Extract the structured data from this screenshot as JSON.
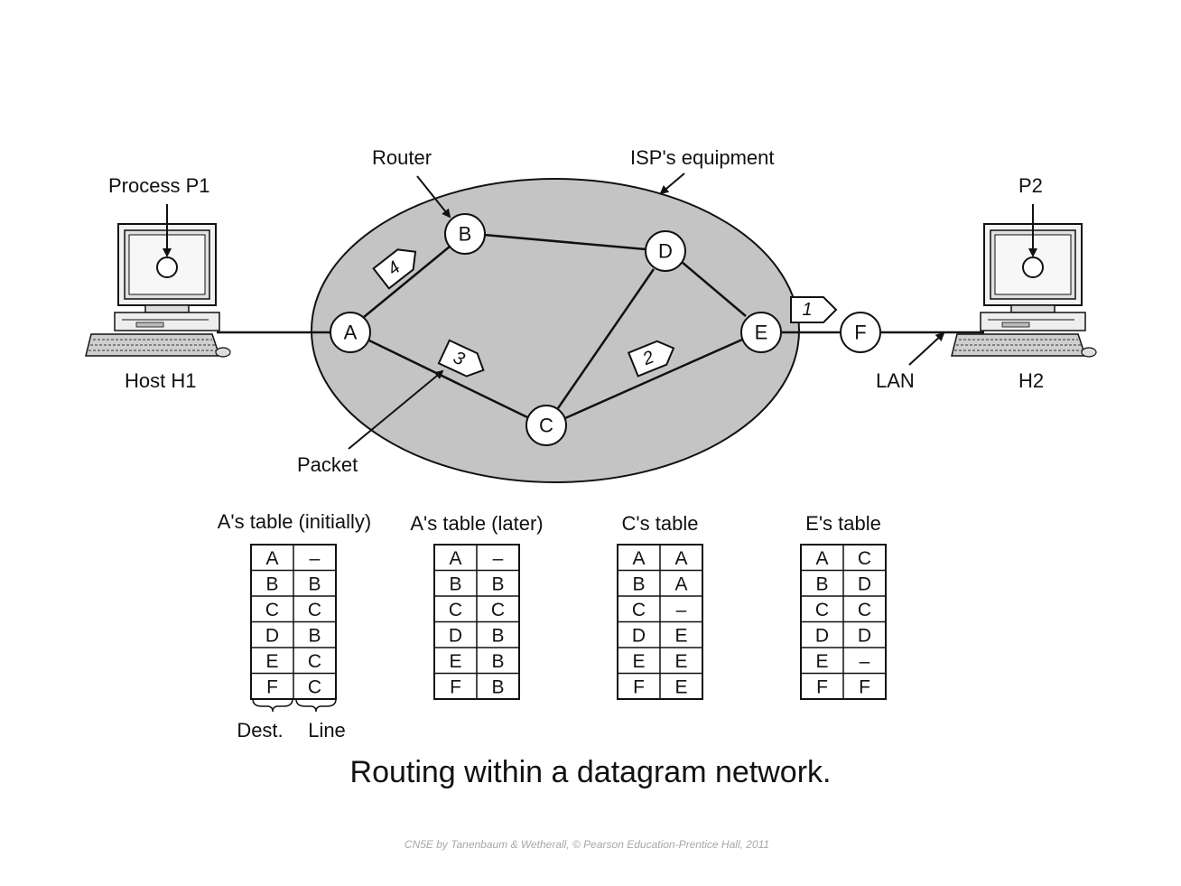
{
  "labels": {
    "router": "Router",
    "isp": "ISP's equipment",
    "process_p1": "Process P1",
    "p2": "P2",
    "host_h1": "Host H1",
    "h2": "H2",
    "lan": "LAN",
    "packet": "Packet"
  },
  "nodes": {
    "A": "A",
    "B": "B",
    "C": "C",
    "D": "D",
    "E": "E",
    "F": "F"
  },
  "packets": [
    "1",
    "2",
    "3",
    "4"
  ],
  "tables": [
    {
      "title": "A's table (initially)",
      "rows": [
        [
          "A",
          "–"
        ],
        [
          "B",
          "B"
        ],
        [
          "C",
          "C"
        ],
        [
          "D",
          "B"
        ],
        [
          "E",
          "C"
        ],
        [
          "F",
          "C"
        ]
      ]
    },
    {
      "title": "A's table (later)",
      "rows": [
        [
          "A",
          "–"
        ],
        [
          "B",
          "B"
        ],
        [
          "C",
          "C"
        ],
        [
          "D",
          "B"
        ],
        [
          "E",
          "B"
        ],
        [
          "F",
          "B"
        ]
      ]
    },
    {
      "title": "C's table",
      "rows": [
        [
          "A",
          "A"
        ],
        [
          "B",
          "A"
        ],
        [
          "C",
          "–"
        ],
        [
          "D",
          "E"
        ],
        [
          "E",
          "E"
        ],
        [
          "F",
          "E"
        ]
      ]
    },
    {
      "title": "E's table",
      "rows": [
        [
          "A",
          "C"
        ],
        [
          "B",
          "D"
        ],
        [
          "C",
          "C"
        ],
        [
          "D",
          "D"
        ],
        [
          "E",
          "–"
        ],
        [
          "F",
          "F"
        ]
      ]
    }
  ],
  "column_labels": {
    "dest": "Dest.",
    "line": "Line"
  },
  "caption": "Routing within a datagram network.",
  "credit": "CN5E by Tanenbaum & Wetherall, © Pearson Education-Prentice Hall, 2011",
  "colors": {
    "cloud": "#c4c4c4",
    "stroke": "#111111",
    "credit": "#a8a8a8"
  }
}
